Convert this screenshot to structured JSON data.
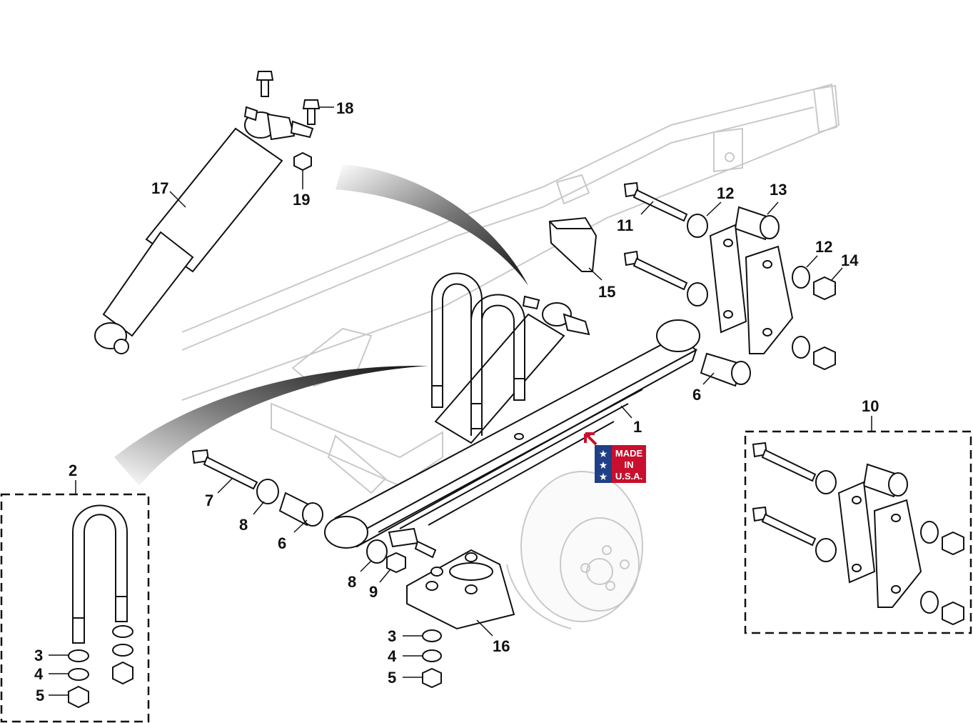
{
  "callouts": {
    "c1": "1",
    "c2": "2",
    "c3a": "3",
    "c4a": "4",
    "c5a": "5",
    "c3b": "3",
    "c4b": "4",
    "c5b": "5",
    "c6a": "6",
    "c6b": "6",
    "c7": "7",
    "c8a": "8",
    "c8b": "8",
    "c9": "9",
    "c10": "10",
    "c11": "11",
    "c12a": "12",
    "c12b": "12",
    "c13": "13",
    "c14": "14",
    "c15": "15",
    "c16": "16",
    "c17": "17",
    "c18": "18",
    "c19": "19"
  },
  "badge": {
    "line1": "MADE",
    "line2": "IN",
    "line3": "U.S.A.",
    "colors": {
      "red": "#c8102e",
      "blue": "#1f3f86"
    }
  },
  "icons": {
    "badge_stars": "star-icon",
    "badge_arrow": "arrow-icon"
  }
}
